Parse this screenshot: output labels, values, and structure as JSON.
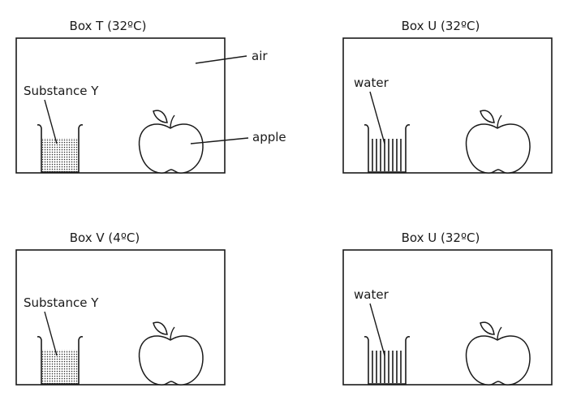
{
  "panels": [
    {
      "title": "Box  T (32ºC)",
      "beaker_label": "Substance Y",
      "beaker_content": "substance",
      "air_label": "air",
      "apple_label": "apple"
    },
    {
      "title": "Box  U (32ºC)",
      "beaker_label": "water",
      "beaker_content": "water"
    },
    {
      "title": "Box  V (4ºC)",
      "beaker_label": "Substance Y",
      "beaker_content": "substance"
    },
    {
      "title": "Box  U (32ºC)",
      "beaker_label": "water",
      "beaker_content": "water"
    }
  ]
}
